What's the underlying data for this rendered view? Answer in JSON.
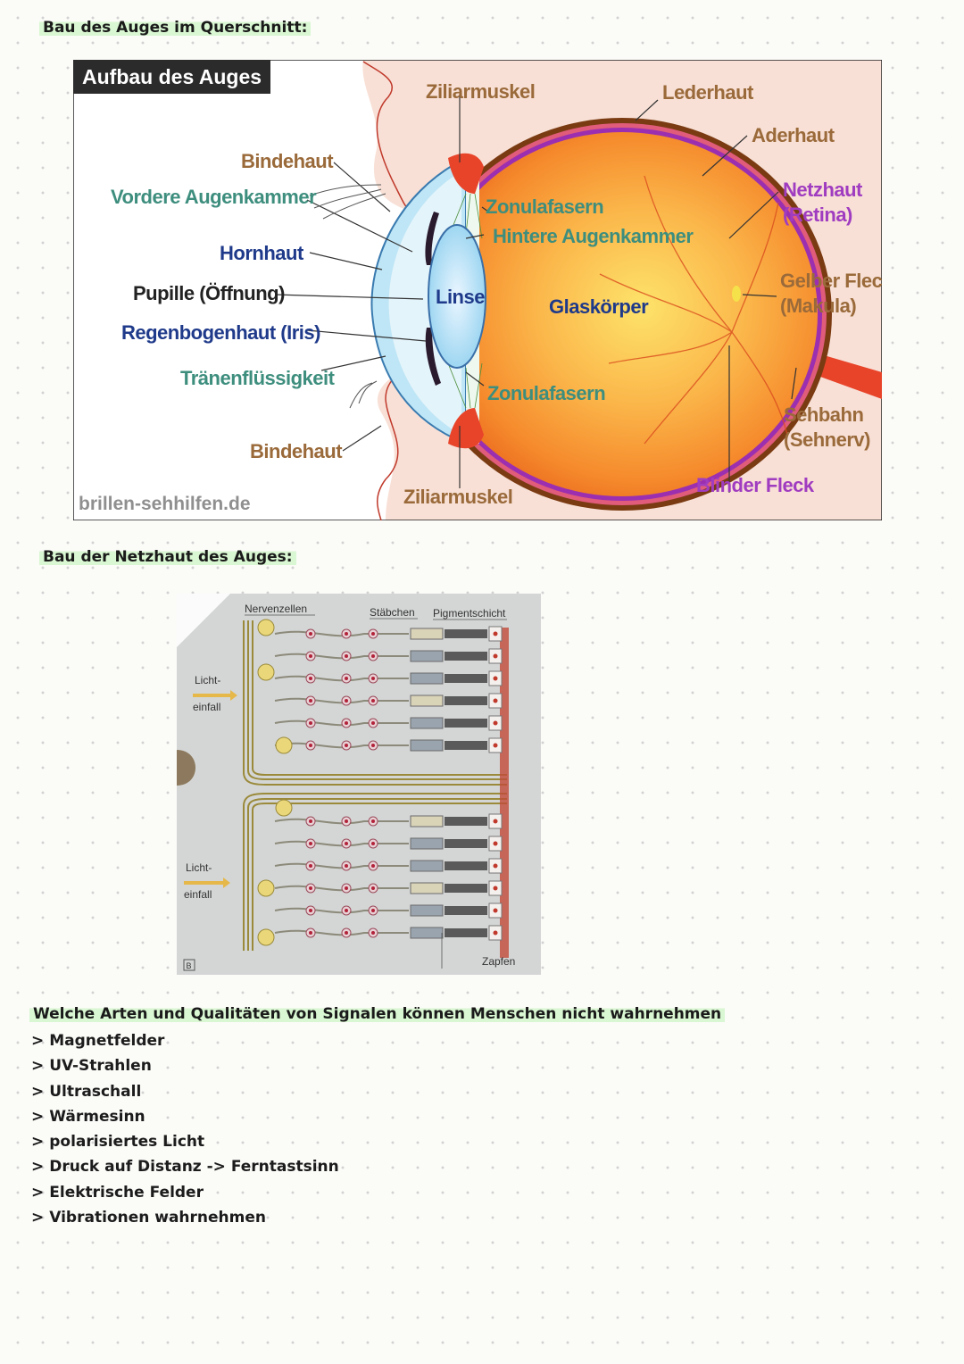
{
  "headings": {
    "eye_section": "Bau des Auges im Querschnitt:",
    "retina_section": "Bau der Netzhaut des Auges:",
    "signals_question": "Welche Arten und Qualitäten von Signalen können Menschen nicht wahrnehmen"
  },
  "eye_diagram": {
    "title": "Aufbau des Auges",
    "source": "brillen-sehhilfen.de",
    "labels": {
      "ziliarmuskel_top": "Ziliarmuskel",
      "lederhaut": "Lederhaut",
      "aderhaut": "Aderhaut",
      "bindehaut_top": "Bindehaut",
      "vordere_augenkammer": "Vordere Augenkammer",
      "zonulafasern_top": "Zonulafasern",
      "hintere_augenkammer": "Hintere Augenkammer",
      "netzhaut": "Netzhaut",
      "retina": "(Retina)",
      "hornhaut": "Hornhaut",
      "linse": "Linse",
      "glaskoerper": "Glaskörper",
      "gelber_fleck": "Gelber Fleck",
      "makula": "(Makula)",
      "pupille": "Pupille (Öffnung)",
      "regenbogenhaut": "Regenbogenhaut (Iris)",
      "traenenfluessigkeit": "Tränenflüssigkeit",
      "zonulafasern_bottom": "Zonulafasern",
      "sehbahn": "Sehbahn",
      "sehnerv": "(Sehnerv)",
      "bindehaut_bottom": "Bindehaut",
      "ziliarmuskel_bottom": "Ziliarmuskel",
      "blinder_fleck": "Blinder Fleck"
    },
    "colors": {
      "blue_label": "#2f6fa8",
      "brown_label": "#9a6a3a",
      "green_label": "#3e8e7e",
      "purple_label": "#a03cc0",
      "navy_label": "#1f3a8a"
    }
  },
  "retina_diagram": {
    "labels": {
      "nervenzellen": "Nervenzellen",
      "staebchen": "Stäbchen",
      "pigmentschicht": "Pigmentschicht",
      "licht_top": "Licht-",
      "einfall_top": "einfall",
      "licht_bottom": "Licht-",
      "einfall_bottom": "einfall",
      "zapfen": "Zapfen",
      "figure_tag": "B"
    }
  },
  "signals_list": [
    "Magnetfelder",
    "UV-Strahlen",
    "Ultraschall",
    "Wärmesinn",
    "polarisiertes Licht",
    "Druck auf Distanz -> Ferntastsinn",
    "Elektrische Felder",
    "Vibrationen wahrnehmen"
  ],
  "list_marker": ">"
}
